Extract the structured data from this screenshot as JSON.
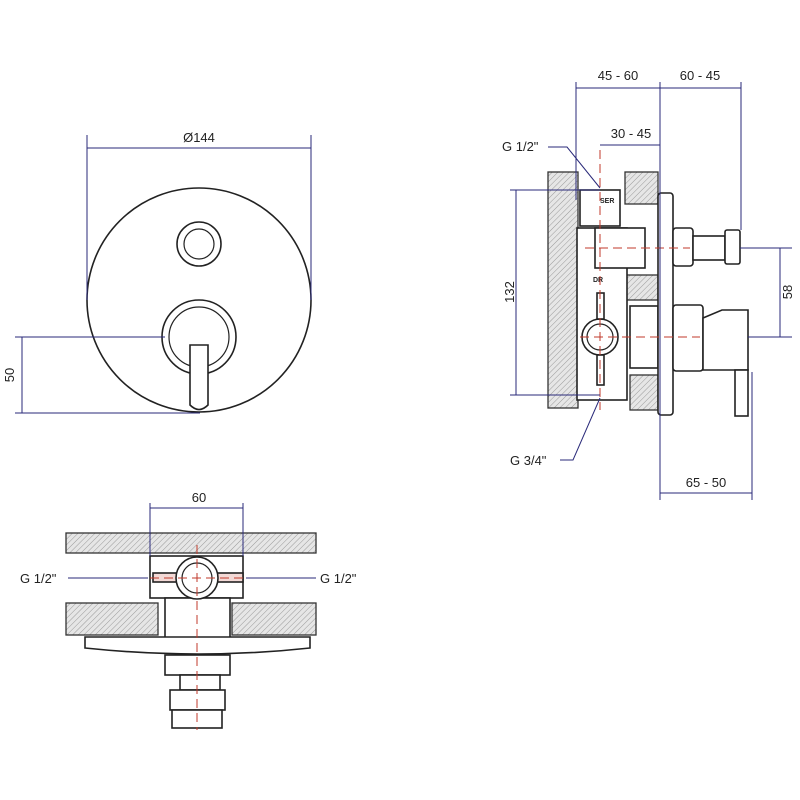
{
  "front_view": {
    "diameter_label": "Ø144",
    "offset_label": "50"
  },
  "side_view": {
    "depth_label_1": "45 - 60",
    "depth_label_2": "60 - 45",
    "depth_label_3": "30 - 45",
    "height_label": "132",
    "spacing_label": "58",
    "projection_label": "65 - 50",
    "inlet_label": "G 1/2\"",
    "outlet_label": "G 3/4\"",
    "body_marks": [
      "SER",
      "DR"
    ]
  },
  "bottom_view": {
    "width_label": "60",
    "inlet_left_label": "G 1/2\"",
    "inlet_right_label": "G 1/2\""
  },
  "colors": {
    "dimension": "#2a2a7a",
    "centerline": "#c0392b",
    "outline": "#222222"
  }
}
